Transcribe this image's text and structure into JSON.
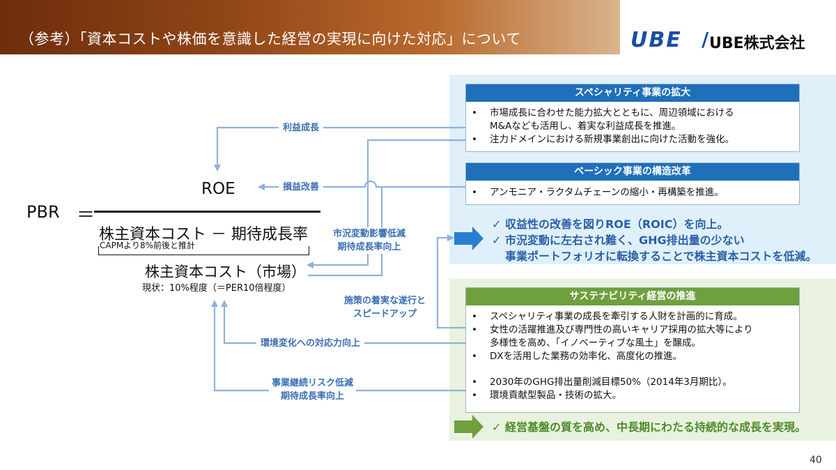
{
  "header": {
    "title": "（参考）「資本コストや株価を意識した経営の実現に向けた対応」について",
    "logo_mark": "UBE",
    "logo_sep": "/",
    "logo_text": "UBE株式会社"
  },
  "formula": {
    "pbr": "PBR",
    "equals": "＝",
    "numerator": "ROE",
    "denominator": "株主資本コスト － 期待成長率",
    "capm_note": "CAPMより8%前後と推計",
    "market_cost": "株主資本コスト（市場）",
    "current_note": "現状：10%程度（＝PER10倍程度）"
  },
  "arrow_labels": {
    "profit_growth": "利益成長",
    "loss_improvement": "損益改善",
    "market_impact_1": "市況変動影響低減",
    "market_impact_2": "期待成長率向上",
    "execution_1": "施策の着実な遂行と",
    "execution_2": "スピードアップ",
    "env_response": "環境変化への対応力向上",
    "continuity_1": "事業継続リスク低減",
    "continuity_2": "期待成長率向上"
  },
  "blue_panel": {
    "specialty": {
      "title": "スペシャリティ事業の拡大",
      "items": [
        "市場成長に合わせた能力拡大とともに、周辺領域における",
        "M&Aなども活用し、着実な利益成長を推進。",
        "注力ドメインにおける新規事業創出に向けた活動を強化。"
      ]
    },
    "basic": {
      "title": "ベーシック事業の構造改革",
      "items": [
        "アンモニア・ラクタムチェーンの縮小・再構築を推進。"
      ]
    },
    "results": [
      "✓ 収益性の改善を図りROE（ROIC）を向上。",
      "✓ 市況変動に左右され難く、GHG排出量の少ない",
      "事業ポートフォリオに転換することで株主資本コストを低減。"
    ]
  },
  "green_panel": {
    "title": "サステナビリティ経営の推進",
    "items": [
      "スペシャリティ事業の成長を牽引する人財を計画的に育成。",
      "女性の活躍推進及び専門性の高いキャリア採用の拡大等により",
      "多様性を高め、「イノベーティブな風土」を醸成。",
      "DXを活用した業務の効率化、高度化の推進。",
      "2030年のGHG排出量削減目標50%（2014年3月期比）。",
      "環境貢献型製品・技術の拡大。"
    ],
    "result": "✓ 経営基盤の質を高め、中長期にわたる持続的な成長を実現。"
  },
  "colors": {
    "header_brown": "#8f4416",
    "blue_bar": "#1f6fba",
    "green_bar": "#6f9f3e",
    "arrow": "#8fb1dd",
    "label_blue": "#3a6fb5"
  },
  "page_number": "40"
}
